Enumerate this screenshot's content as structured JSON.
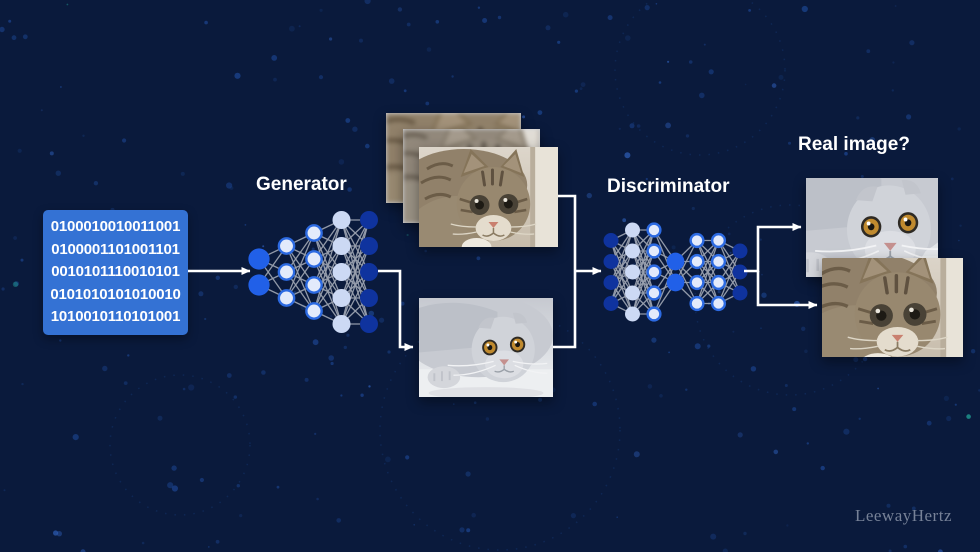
{
  "colors": {
    "background": "#0a1a3c",
    "dot": "#1c4590",
    "dot_bright": "#2d5cb4",
    "dot_accent": "#23a79b",
    "connector_line": "#ffffff",
    "noise_box": "#3472d4",
    "noise_text": "#ffffff",
    "label_text": "#ffffff",
    "watermark_text": "#828da1",
    "net_edge": "#99a0ae",
    "node_bright": "#2160e8",
    "node_light": "#ccd9f4",
    "node_dark": "#0f339e",
    "node_ring_fill": "#e3eafb",
    "node_ring_stroke": "#2c6ae2"
  },
  "noise_input": {
    "binary_lines": [
      "0100010010011001",
      "0100001101001101",
      "0010101110010101",
      "0101010101010010",
      "1010010110101001"
    ]
  },
  "generator": {
    "label": "Generator",
    "layers": [
      {
        "count": 2,
        "style": "bright"
      },
      {
        "count": 3,
        "style": "ring"
      },
      {
        "count": 4,
        "style": "ring"
      },
      {
        "count": 5,
        "style": "light"
      },
      {
        "count": 5,
        "style": "dark"
      }
    ]
  },
  "discriminator": {
    "label": "Discriminator",
    "layers": [
      {
        "count": 4,
        "style": "dark"
      },
      {
        "count": 5,
        "style": "light"
      },
      {
        "count": 5,
        "style": "ring"
      },
      {
        "count": 2,
        "style": "bright"
      },
      {
        "count": 4,
        "style": "ring"
      },
      {
        "count": 4,
        "style": "ring"
      },
      {
        "count": 3,
        "style": "dark"
      }
    ]
  },
  "question": {
    "label": "Real image?"
  },
  "watermark": {
    "text": "LeewayHertz"
  },
  "photos": {
    "real_stack": "stack-of-real-cat-photos",
    "generated": "generated-cat-photo",
    "candidate_top": "candidate-cat-photo-generated",
    "candidate_bottom": "candidate-cat-photo-real"
  }
}
